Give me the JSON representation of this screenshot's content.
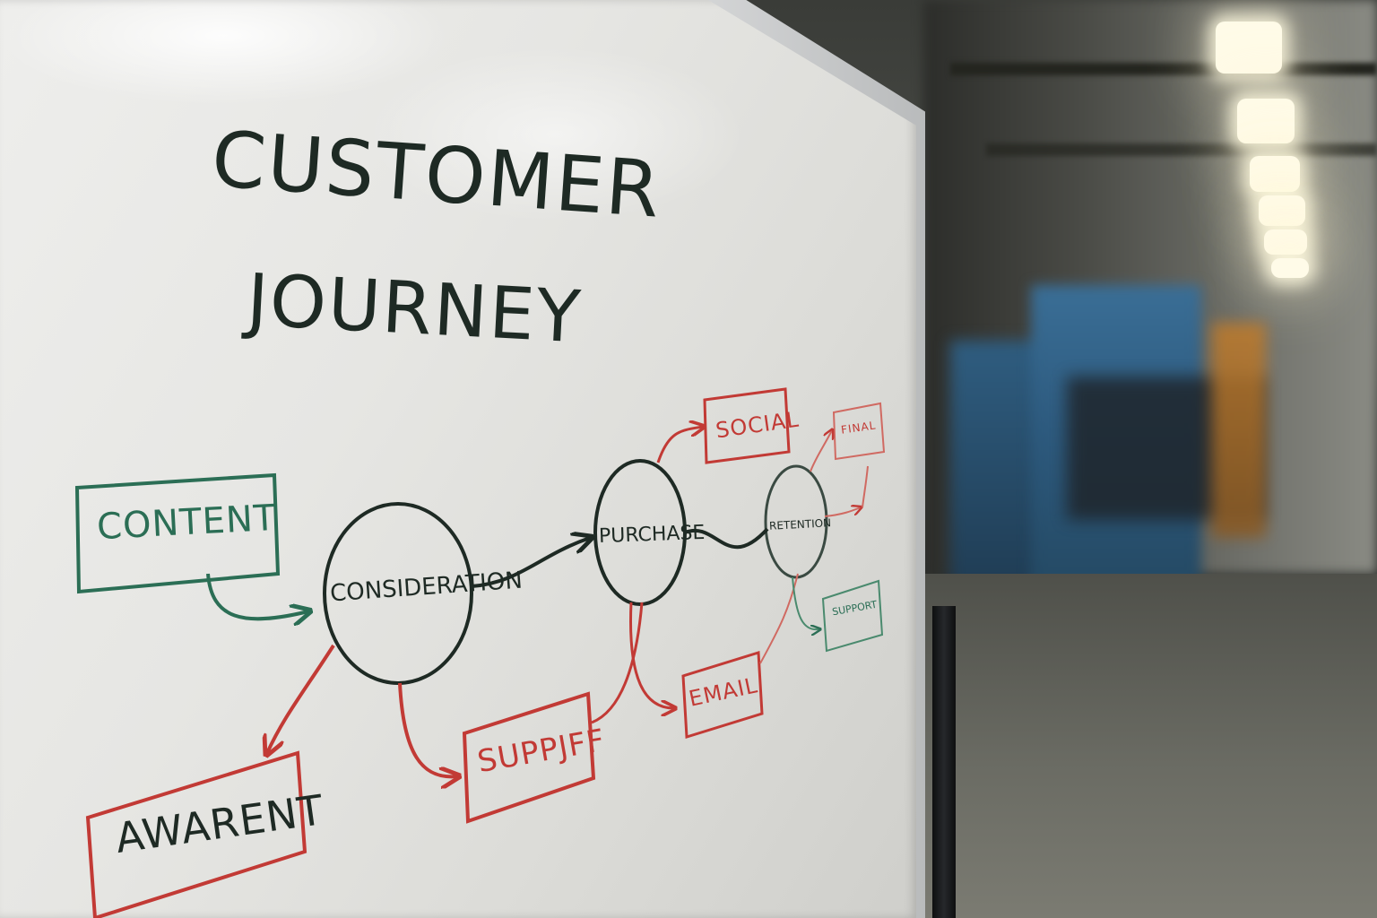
{
  "whiteboard": {
    "title_line1": "CUSTOMER",
    "title_line2": "JOURNEY",
    "boxes": {
      "content": "CONTENT",
      "social": "SOCIAL",
      "final": "FINAL",
      "support_small": "SUPPORT",
      "email": "EMAIL",
      "suppuff": "SUPPJFF",
      "awarent": "AWARENT"
    },
    "circles": {
      "consideration": "CONSIDERATION",
      "purchase": "PURCHASE",
      "retention": "RETENTION"
    }
  },
  "colors": {
    "marker_black": "#1e2a24",
    "marker_green": "#2b6e55",
    "marker_red": "#c23a35",
    "board_white": "#e8e8e5",
    "machine_blue": "#2d5a7e"
  }
}
